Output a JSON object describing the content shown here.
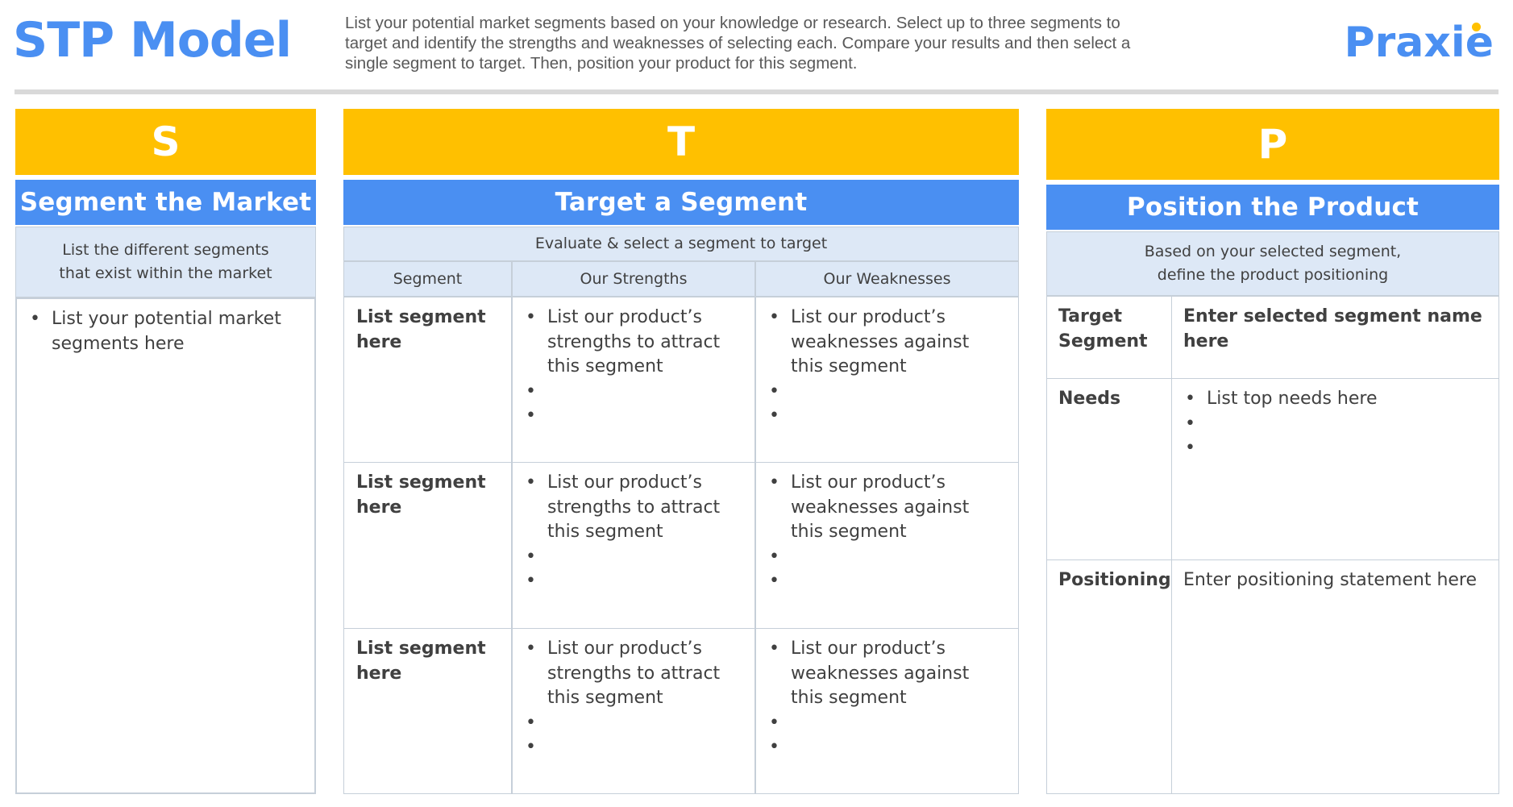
{
  "header": {
    "title": "STP Model",
    "instructions": "List your potential market segments based on your knowledge or research. Select up to three segments to target and identify the strengths and weaknesses of selecting each. Compare your results and then select a single segment to target. Then, position your product for this segment.",
    "logo": "Praxie"
  },
  "colors": {
    "accent_yellow": "#ffc000",
    "accent_blue": "#4a8ff2",
    "light_blue": "#dde8f6"
  },
  "s_panel": {
    "letter": "S",
    "heading": "Segment the Market",
    "subheading": "List the different segments that exist within the market",
    "items": [
      "List your potential market segments here"
    ]
  },
  "t_panel": {
    "letter": "T",
    "heading": "Target a Segment",
    "subheading": "Evaluate & select a segment to target",
    "columns": [
      "Segment",
      "Our Strengths",
      "Our Weaknesses"
    ],
    "rows": [
      {
        "segment": "List segment here",
        "strengths": [
          "List our product’s strengths to attract this segment",
          "",
          ""
        ],
        "weaknesses": [
          "List our product’s weaknesses against this segment",
          "",
          ""
        ]
      },
      {
        "segment": "List segment here",
        "strengths": [
          "List our product’s strengths to attract this segment",
          "",
          ""
        ],
        "weaknesses": [
          "List our product’s weaknesses against this segment",
          "",
          ""
        ]
      },
      {
        "segment": "List segment here",
        "strengths": [
          "List our product’s strengths to attract this segment",
          "",
          ""
        ],
        "weaknesses": [
          "List our product’s weaknesses against this segment",
          "",
          ""
        ]
      }
    ]
  },
  "p_panel": {
    "letter": "P",
    "heading": "Position the Product",
    "subheading": "Based on your selected segment, define the product positioning",
    "rows": [
      {
        "label": "Target Segment",
        "value": "Enter selected segment name here"
      },
      {
        "label": "Needs",
        "items": [
          "List top needs here",
          "",
          ""
        ]
      },
      {
        "label": "Positioning",
        "value": "Enter positioning statement here"
      }
    ]
  }
}
